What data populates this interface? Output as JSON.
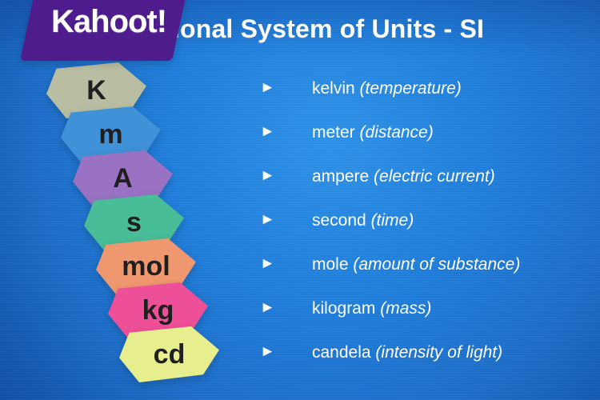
{
  "header": {
    "title": "tional System of Units - SI"
  },
  "brand": {
    "logo_text": "Kahoot!"
  },
  "badges": [
    {
      "symbol": "K",
      "color": "#b9bea2"
    },
    {
      "symbol": "m",
      "color": "#3f92d8"
    },
    {
      "symbol": "A",
      "color": "#9a72c4"
    },
    {
      "symbol": "s",
      "color": "#49bd97"
    },
    {
      "symbol": "mol",
      "color": "#ef976e"
    },
    {
      "symbol": "kg",
      "color": "#ee4f99"
    },
    {
      "symbol": "cd",
      "color": "#e6ee8d"
    }
  ],
  "units": [
    {
      "arrow": "►",
      "name": "kelvin",
      "desc": "(temperature)"
    },
    {
      "arrow": "►",
      "name": "meter",
      "desc": "(distance)"
    },
    {
      "arrow": "►",
      "name": "ampere",
      "desc": "(electric current)"
    },
    {
      "arrow": "►",
      "name": "second",
      "desc": "(time)"
    },
    {
      "arrow": "►",
      "name": "mole",
      "desc": "(amount of substance)"
    },
    {
      "arrow": "►",
      "name": "kilogram",
      "desc": "(mass)"
    },
    {
      "arrow": "►",
      "name": "candela",
      "desc": "(intensity of light)"
    }
  ]
}
